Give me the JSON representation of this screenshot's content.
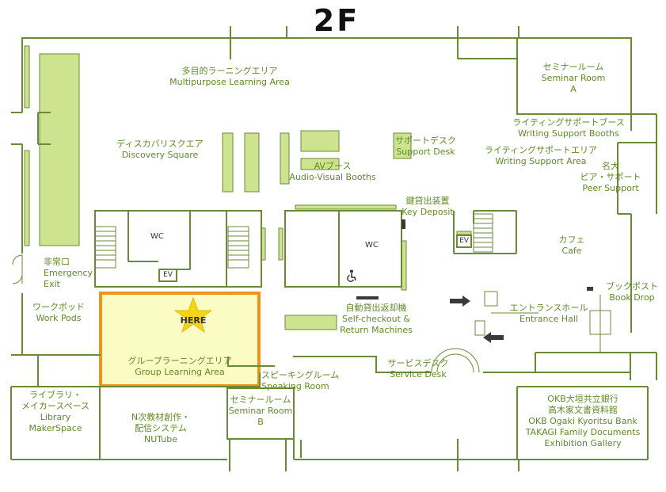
{
  "floor": "2F",
  "colors": {
    "wall": "#6b8a35",
    "fill": "#cde38f",
    "label": "#5f8a25",
    "here_fill": "#fbfbc4",
    "here_border": "#f0921c",
    "star": "#f5d51a"
  },
  "here": {
    "label": "HERE",
    "icon": "star-icon"
  },
  "rooms": {
    "multipurpose": {
      "jp": "多目的ラーニングエリア",
      "en": "Multipurpose Learning Area"
    },
    "seminar_a": {
      "jp": "セミナールーム",
      "en": "Seminar Room",
      "extra": "A"
    },
    "discovery": {
      "jp": "ディスカバリスクエア",
      "en": "Discovery Square"
    },
    "av_booths": {
      "jp": "AVブース",
      "en": "Audio-Visual Booths"
    },
    "support_desk": {
      "jp": "サポートデスク",
      "en": "Support Desk"
    },
    "writing_booths": {
      "jp": "ライティングサポートブース",
      "en": "Writing Support Booths"
    },
    "writing_area": {
      "jp": "ライティングサポートエリア",
      "en": "Writing Support Area"
    },
    "peer_support": {
      "jp1": "名大",
      "jp2": "ピア・サポート",
      "en": "Peer Support"
    },
    "key_deposit": {
      "jp": "鍵貸出装置",
      "en": "Key Deposit"
    },
    "cafe": {
      "jp": "カフェ",
      "en": "Cafe"
    },
    "emergency": {
      "jp": "非常口",
      "en1": "Emergency",
      "en2": "Exit"
    },
    "work_pods": {
      "jp": "ワークポッド",
      "en": "Work Pods"
    },
    "self_checkout": {
      "jp": "自動貸出返却機",
      "en1": "Self-checkout &",
      "en2": "Return Machines"
    },
    "book_drop": {
      "jp": "ブックポスト",
      "en": "Book Drop"
    },
    "entrance": {
      "jp": "エントランスホール",
      "en": "Entrance Hall"
    },
    "group_learning": {
      "jp": "グループラーニングエリア",
      "en": "Group Learning Area"
    },
    "speaking": {
      "jp": "スピーキングルーム",
      "en": "Speaking Room"
    },
    "service_desk": {
      "jp": "サービスデスク",
      "en": "Service Desk"
    },
    "library_maker": {
      "jp1": "ライブラリ・",
      "jp2": "メイカースペース",
      "en1": "Library",
      "en2": "MakerSpace"
    },
    "nutube": {
      "jp1": "N次教材創作・",
      "jp2": "配信システム",
      "en": "NUTube"
    },
    "seminar_b": {
      "jp": "セミナールーム",
      "en": "Seminar Room",
      "extra": "B"
    },
    "okb": {
      "jp1": "OKB大垣共立銀行",
      "jp2": "高木家文書資料館",
      "en1": "OKB Ogaki Kyoritsu Bank",
      "en2": "TAKAGI Family Documents",
      "en3": "Exhibition Gallery"
    }
  },
  "facilities": {
    "wc_left": "WC",
    "wc_center": "WC",
    "ev_left": "EV",
    "ev_right": "EV",
    "accessible_icon": "wheelchair-icon"
  }
}
